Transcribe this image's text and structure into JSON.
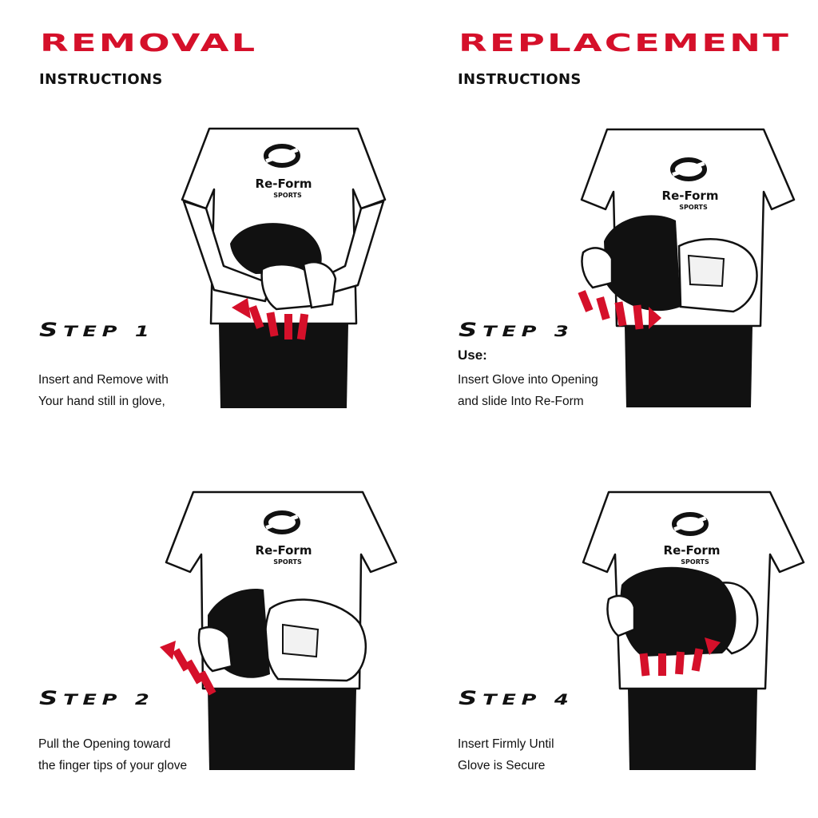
{
  "colors": {
    "accent": "#d5102a",
    "ink": "#111111",
    "background": "#ffffff"
  },
  "removal": {
    "title": "REMOVAL",
    "subtitle": "INSTRUCTIONS"
  },
  "replacement": {
    "title": "REPLACEMENT",
    "subtitle": "INSTRUCTIONS"
  },
  "logo": {
    "brand": "Re-Form",
    "sub": "SPORTS",
    "icon": "reform-logo-icon"
  },
  "steps": [
    {
      "label_first": "S",
      "label_rest": "TEP",
      "number": "1",
      "use_label": "",
      "line1": "Insert and Remove with",
      "line2": "Your hand still in glove,"
    },
    {
      "label_first": "S",
      "label_rest": "TEP",
      "number": "2",
      "use_label": "",
      "line1": "Pull the Opening toward",
      "line2": "the finger tips of your glove"
    },
    {
      "label_first": "S",
      "label_rest": "TEP",
      "number": "3",
      "use_label": "Use:",
      "line1": "Insert Glove into Opening",
      "line2": "and slide Into Re-Form"
    },
    {
      "label_first": "S",
      "label_rest": "TEP",
      "number": "4",
      "use_label": "",
      "line1": "Insert Firmly Until",
      "line2": "Glove is Secure"
    }
  ]
}
